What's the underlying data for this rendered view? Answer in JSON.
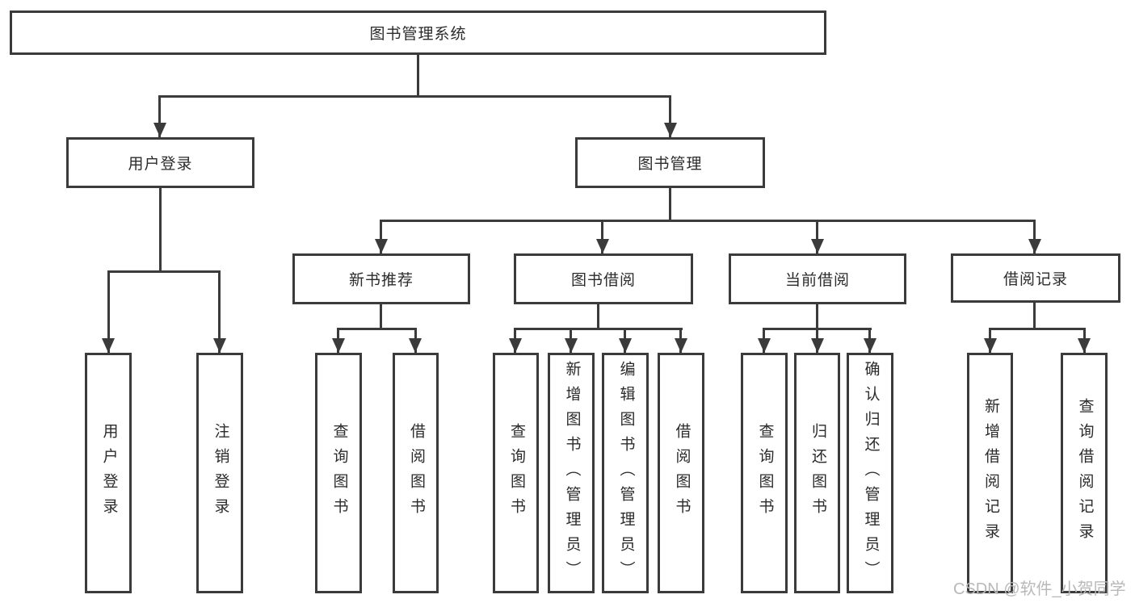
{
  "tree": {
    "label": "图书管理系统",
    "children": [
      {
        "label": "用户登录",
        "children": [
          {
            "label": "用户登录"
          },
          {
            "label": "注销登录"
          }
        ]
      },
      {
        "label": "图书管理",
        "children": [
          {
            "label": "新书推荐",
            "children": [
              {
                "label": "查询图书"
              },
              {
                "label": "借阅图书"
              }
            ]
          },
          {
            "label": "图书借阅",
            "children": [
              {
                "label": "查询图书"
              },
              {
                "label": "新增图书（管理员）"
              },
              {
                "label": "编辑图书（管理员）"
              },
              {
                "label": "借阅图书"
              }
            ]
          },
          {
            "label": "当前借阅",
            "children": [
              {
                "label": "查询图书"
              },
              {
                "label": "归还图书"
              },
              {
                "label": "确认归还（管理员）"
              }
            ]
          },
          {
            "label": "借阅记录",
            "children": [
              {
                "label": "新增借阅记录"
              },
              {
                "label": "查询借阅记录"
              }
            ]
          }
        ]
      }
    ]
  },
  "watermark": "CSDN @软件_小贺同学",
  "colors": {
    "line": "#3b3b3b",
    "text": "#2b2b2b",
    "watermark": "#b8b8b8",
    "background": "#ffffff"
  }
}
